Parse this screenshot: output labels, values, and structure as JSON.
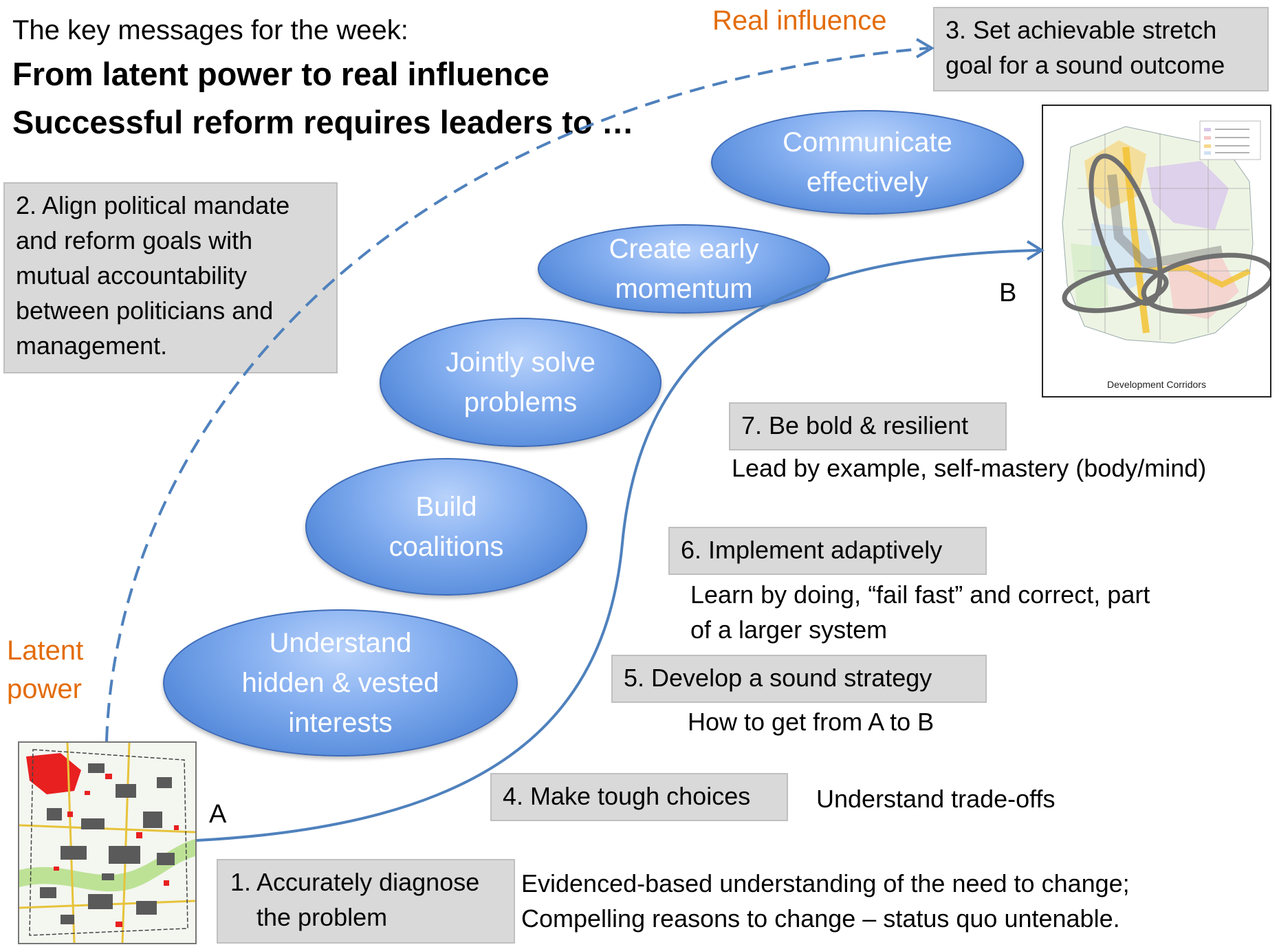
{
  "header": {
    "subtitle": "The key messages for the week:",
    "headline_1": "From latent power to real influence",
    "headline_2": "Successful reform requires leaders to …"
  },
  "labels": {
    "real_influence": "Real influence",
    "latent_power_1": "Latent",
    "latent_power_2": "power",
    "point_a": "A",
    "point_b": "B"
  },
  "boxes": {
    "step_1": [
      "1. Accurately diagnose",
      "the problem"
    ],
    "step_2": [
      "2. Align political mandate",
      "and reform goals with",
      "mutual accountability",
      "between politicians and",
      "management."
    ],
    "step_3": [
      "3. Set achievable stretch",
      "goal for a sound outcome"
    ],
    "step_4": "4. Make tough choices",
    "step_5": "5. Develop a sound strategy",
    "step_6": "6. Implement adaptively",
    "step_7": "7. Be bold & resilient"
  },
  "notes": {
    "step_1": [
      "Evidenced-based understanding of the need to change;",
      "Compelling reasons to change – status quo untenable."
    ],
    "step_4": "Understand trade-offs",
    "step_5": "How to get from A to B",
    "step_6": [
      "Learn by doing, “fail fast” and correct, part",
      "of a larger system"
    ],
    "step_7": "Lead by example, self-mastery (body/mind)"
  },
  "ellipses": {
    "communicate": [
      "Communicate",
      "effectively"
    ],
    "momentum": [
      "Create early",
      "momentum"
    ],
    "jointly": [
      "Jointly solve",
      "problems"
    ],
    "coalitions": [
      "Build",
      "coalitions"
    ],
    "understand": [
      "Understand",
      "hidden & vested",
      "interests"
    ]
  },
  "maps": {
    "target_map_caption": "Development Corridors"
  },
  "colors": {
    "accent_orange": "#e36c09",
    "arrow_blue": "#4f81bd",
    "box_gray": "#d9d9d9",
    "ellipse_blue": "#4472c4"
  }
}
